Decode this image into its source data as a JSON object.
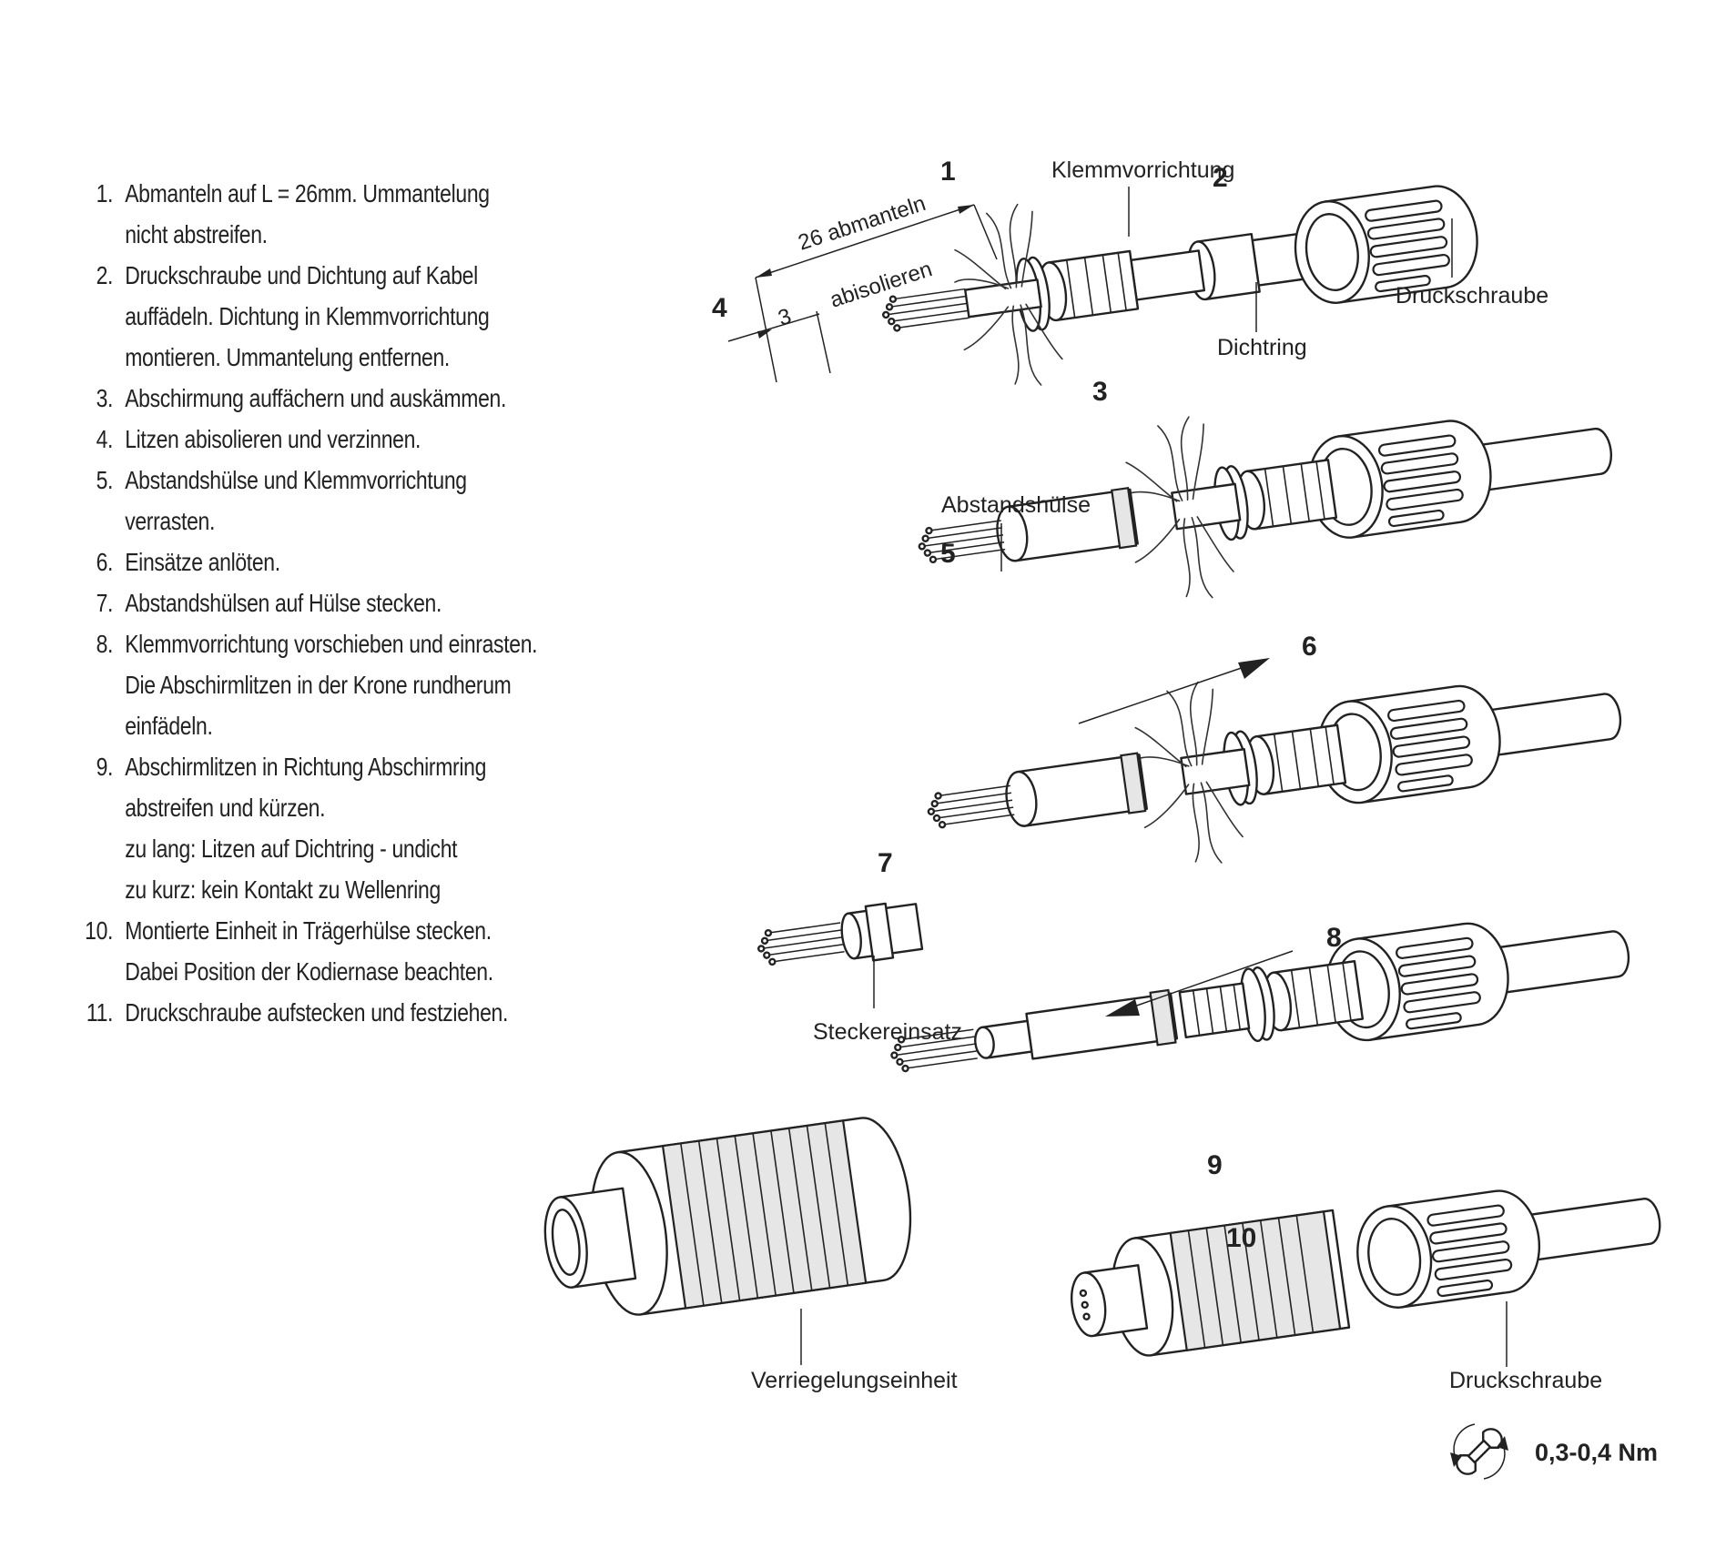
{
  "instructions": [
    {
      "num": "1.",
      "lines": [
        "Abmanteln auf L = 26mm. Ummantelung",
        "nicht abstreifen."
      ]
    },
    {
      "num": "2.",
      "lines": [
        "Druckschraube und Dichtung auf Kabel",
        "auffädeln. Dichtung in Klemmvorrichtung",
        "montieren. Ummantelung entfernen."
      ]
    },
    {
      "num": "3.",
      "lines": [
        "Abschirmung auffächern und auskämmen."
      ]
    },
    {
      "num": "4.",
      "lines": [
        "Litzen abisolieren und verzinnen."
      ]
    },
    {
      "num": "5.",
      "lines": [
        "Abstandshülse und Klemmvorrichtung",
        "verrasten."
      ]
    },
    {
      "num": "6.",
      "lines": [
        "Einsätze anlöten."
      ]
    },
    {
      "num": "7.",
      "lines": [
        "Abstandshülsen auf Hülse stecken."
      ]
    },
    {
      "num": "8.",
      "lines": [
        "Klemmvorrichtung vorschieben und einrasten.",
        "Die Abschirmlitzen in der Krone rundherum",
        "einfädeln."
      ]
    },
    {
      "num": "9.",
      "lines": [
        "Abschirmlitzen in Richtung Abschirmring",
        "abstreifen und kürzen.",
        "zu lang:  Litzen auf Dichtring - undicht",
        "zu kurz:  kein Kontakt zu Wellenring"
      ]
    },
    {
      "num": "10.",
      "lines": [
        "Montierte Einheit in Trägerhülse stecken.",
        "Dabei Position der Kodiernase beachten."
      ]
    },
    {
      "num": "11.",
      "lines": [
        "Druckschraube aufstecken und festziehen."
      ]
    }
  ],
  "steps": {
    "s1": "1",
    "s2": "2",
    "s3": "3",
    "s4": "4",
    "s5": "5",
    "s6": "6",
    "s7": "7",
    "s8": "8",
    "s9": "9",
    "s10": "10"
  },
  "labels": {
    "klemmvorrichtung": "Klemmvorrichtung",
    "druckschraube_top": "Druckschraube",
    "dichtring": "Dichtring",
    "abstandshuelse": "Abstandshülse",
    "steckereinsatz": "Steckereinsatz",
    "verriegelungseinheit": "Verriegelungseinheit",
    "druckschraube_bottom": "Druckschraube"
  },
  "dimensions": {
    "abmanteln": "26  abmanteln",
    "abisolieren": "abisolieren",
    "three": "3"
  },
  "torque": "0,3-0,4 Nm",
  "icons": [
    "wrench-icon",
    "rotate-arrows-icon"
  ]
}
